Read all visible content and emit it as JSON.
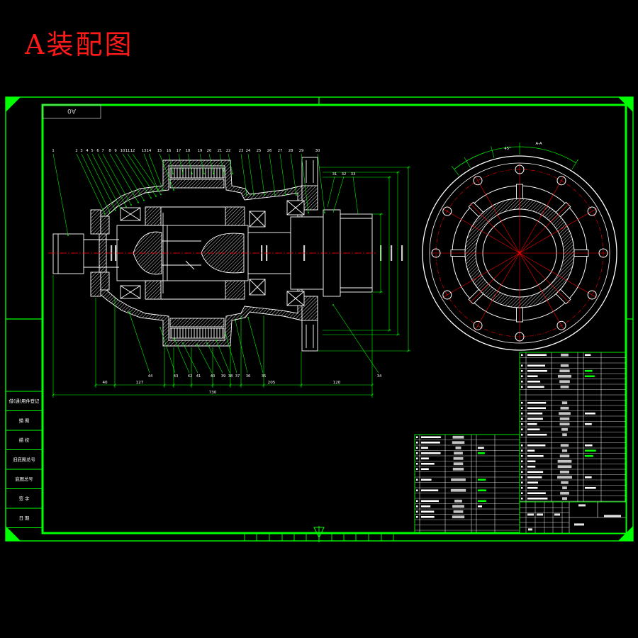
{
  "title": "A装配图",
  "sheet_size": "A0",
  "side_block": {
    "rows": [
      "借(通)用件登记",
      "描 图",
      "描 校",
      "旧底图总号",
      "底图总号",
      "签 字",
      "日 期"
    ]
  },
  "section_view": {
    "part_numbers": {
      "top": [
        "1",
        "2",
        "3",
        "4",
        "5",
        "6",
        "7",
        "8",
        "9",
        "10",
        "11",
        "12",
        "13",
        "14",
        "15",
        "16",
        "17",
        "18",
        "19",
        "20",
        "21",
        "22",
        "23",
        "24",
        "25",
        "26",
        "27",
        "28",
        "29",
        "30"
      ],
      "right": [
        "31",
        "32",
        "33"
      ],
      "bottom": [
        "34",
        "35",
        "36",
        "37",
        "38",
        "39",
        "40",
        "41",
        "42",
        "43",
        "44"
      ]
    },
    "dimensions": {
      "segments": [
        "40",
        "127",
        "205",
        "120"
      ],
      "overall": "730"
    }
  },
  "end_view": {
    "section_label": "A-A",
    "angle_label": "45°"
  },
  "colors": {
    "background": "#000000",
    "frame": "#00ff00",
    "title": "#ff1a1a",
    "outline": "#ffffff",
    "centerline": "#ff0000",
    "dimension": "#00ff00"
  }
}
